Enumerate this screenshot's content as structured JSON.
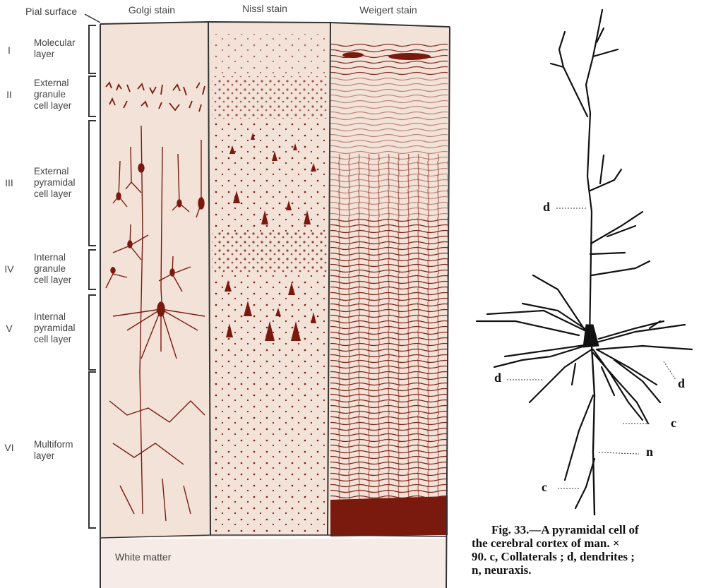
{
  "left_figure": {
    "pial_surface_label": "Pial surface",
    "columns": [
      {
        "title": "Golgi stain"
      },
      {
        "title": "Nissl stain"
      },
      {
        "title": "Weigert stain"
      }
    ],
    "layers": [
      {
        "numeral": "I",
        "name_lines": [
          "Molecular",
          "layer"
        ]
      },
      {
        "numeral": "II",
        "name_lines": [
          "External",
          "granule",
          "cell layer"
        ]
      },
      {
        "numeral": "III",
        "name_lines": [
          "External",
          "pyramidal",
          "cell layer"
        ]
      },
      {
        "numeral": "IV",
        "name_lines": [
          "Internal",
          "granule",
          "cell layer"
        ]
      },
      {
        "numeral": "V",
        "name_lines": [
          "Internal",
          "pyramidal",
          "cell layer"
        ]
      },
      {
        "numeral": "VI",
        "name_lines": [
          "Multiform",
          "layer"
        ]
      }
    ],
    "white_matter_label": "White matter",
    "colors": {
      "tissue_bg": "#f3e2d8",
      "stain": "#7a1a0e",
      "white_matter_bg": "#f6ebe6",
      "border": "#333333"
    }
  },
  "right_figure": {
    "labels": [
      {
        "id": "d-top",
        "text": "d"
      },
      {
        "id": "d-left",
        "text": "d"
      },
      {
        "id": "d-right",
        "text": "d"
      },
      {
        "id": "c-right",
        "text": "c"
      },
      {
        "id": "n",
        "text": "n"
      },
      {
        "id": "c-bottom",
        "text": "c"
      }
    ],
    "caption_lines": [
      "Fig. 33.—A pyramidal cell of",
      "the cerebral cortex of man.  ×",
      "90.   c, Collaterals ; d, dendrites ;",
      "n, neuraxis."
    ]
  }
}
